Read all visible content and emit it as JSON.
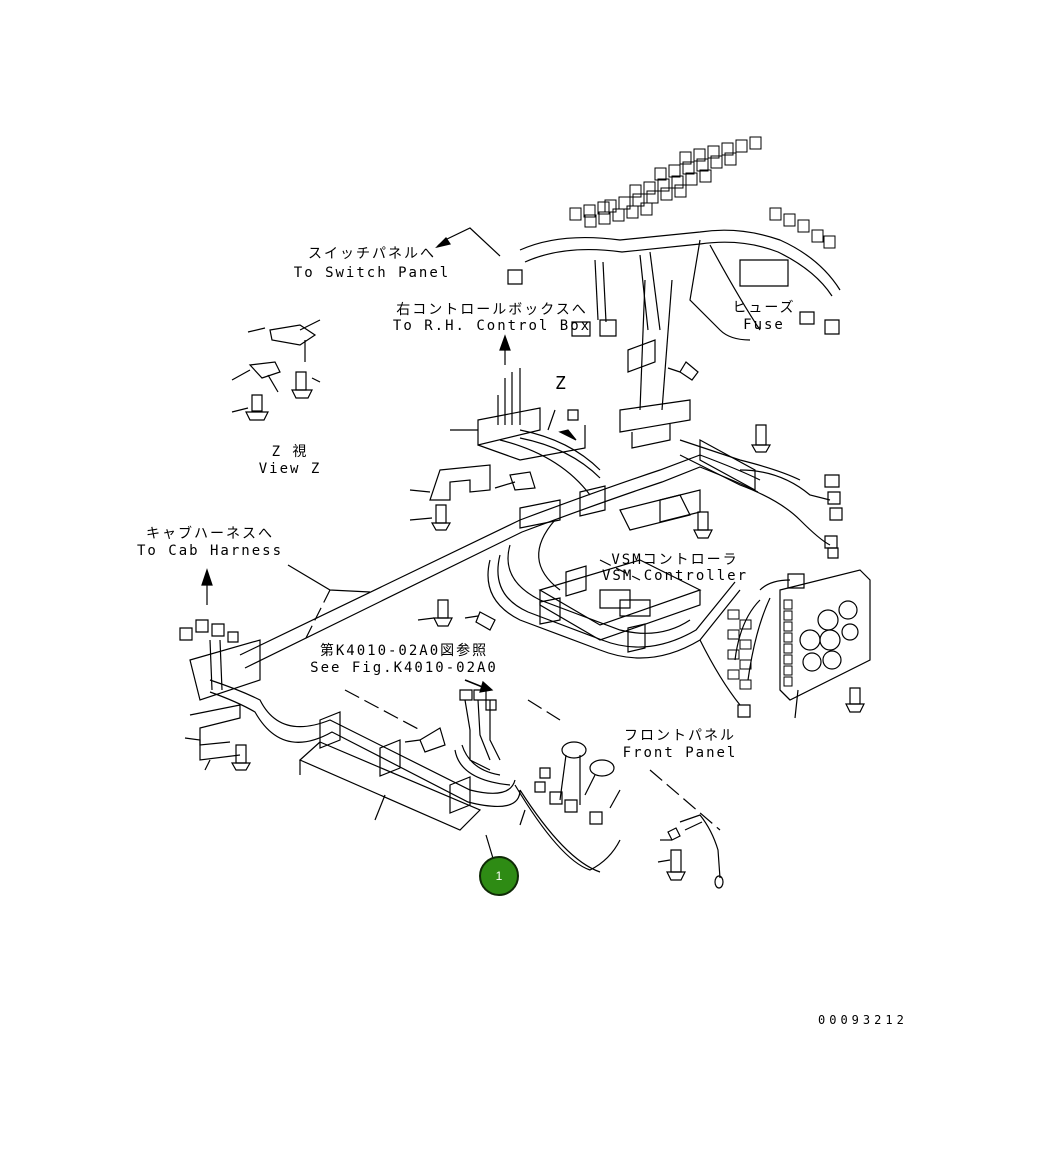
{
  "labels": {
    "switch_panel_jp": "スイッチパネルへ",
    "switch_panel_en": "To Switch Panel",
    "rh_control_box_jp": "右コントロールボックスへ",
    "rh_control_box_en": "To R.H. Control Box",
    "z_marker": "Z",
    "view_z_jp": "Z 視",
    "view_z_en": "View Z",
    "fuse_jp": "ヒューズ",
    "fuse_en": "Fuse",
    "cab_harness_jp": "キャブハーネスへ",
    "cab_harness_en": "To Cab Harness",
    "vsm_controller_jp": "VSMコントローラ",
    "vsm_controller_en": "VSM Controller",
    "see_fig_jp": "第K4010-02A0図参照",
    "see_fig_en": "See Fig.K4010-02A0",
    "front_panel_jp": "フロントパネル",
    "front_panel_en": "Front Panel"
  },
  "callout": {
    "number": "1",
    "color": "#2e8b14"
  },
  "catalog_number": "00093212"
}
